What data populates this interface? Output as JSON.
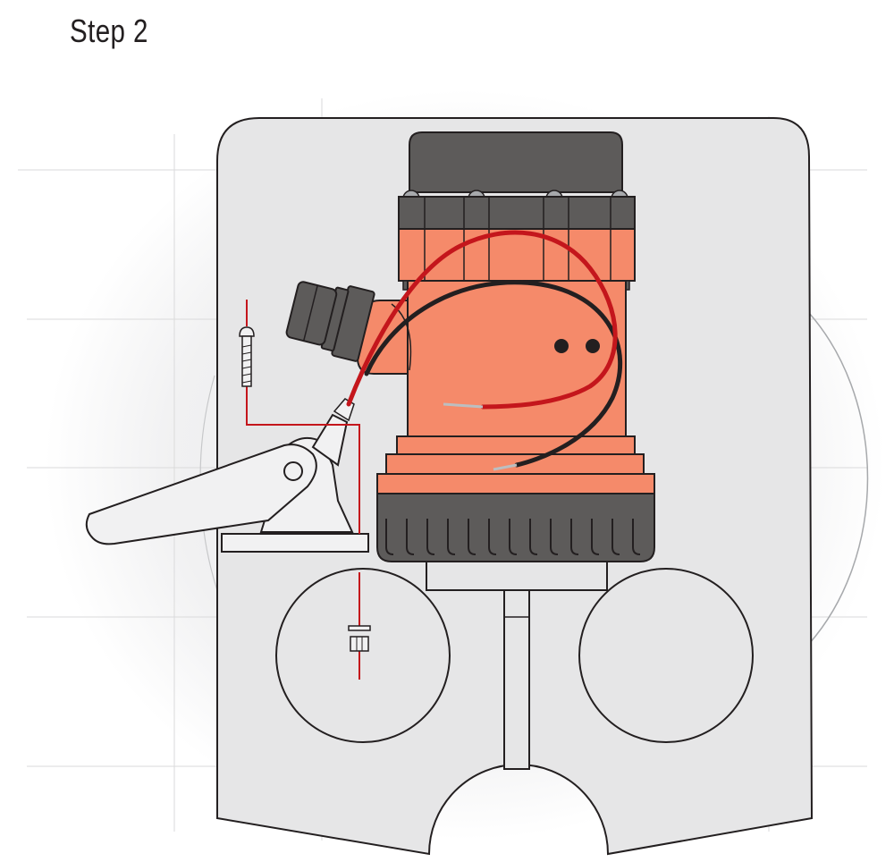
{
  "header": {
    "title": "Step 2"
  },
  "colors": {
    "plate": "#e6e6e7",
    "outline": "#231f20",
    "pump_body": "#f58a6a",
    "pump_dark": "#5d5b5a",
    "red_wire": "#c4161c",
    "black_wire": "#231f20",
    "float_switch": "#f1f1f2",
    "grid": "#dcdcdd"
  },
  "icons": [
    "bilge-pump",
    "float-switch",
    "mounting-screw",
    "mounting-nut",
    "red-wire",
    "black-wire",
    "mounting-plate"
  ]
}
